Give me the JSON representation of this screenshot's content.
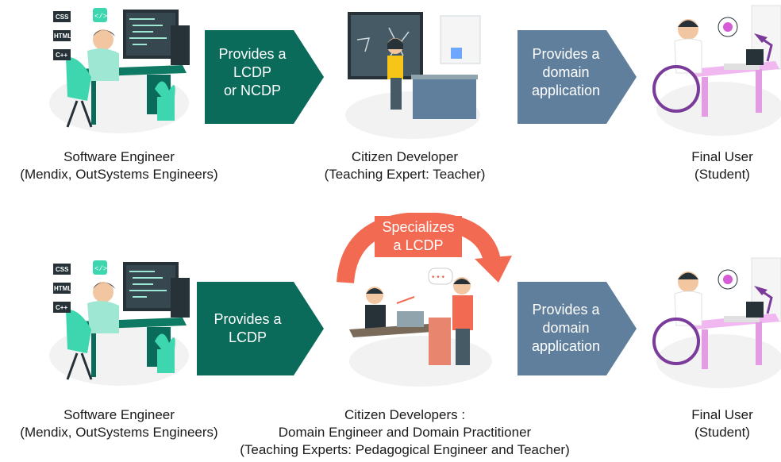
{
  "rows": [
    {
      "left": {
        "icons": [
          "CSS",
          "HTML",
          "C++"
        ],
        "caption": [
          "Software Engineer",
          "(Mendix, OutSystems Engineers)"
        ]
      },
      "arrow1": {
        "lines": [
          "Provides a",
          "LCDP",
          "or NCDP"
        ],
        "color": "#0b6b5b"
      },
      "middle": {
        "caption": [
          "Citizen Developer",
          "(Teaching Expert: Teacher)"
        ]
      },
      "arrow2": {
        "lines": [
          "Provides a",
          "domain",
          "application"
        ],
        "color": "#5f7f9d"
      },
      "right": {
        "caption": [
          "Final User",
          "(Student)"
        ]
      }
    },
    {
      "left": {
        "icons": [
          "CSS",
          "HTML",
          "C++"
        ],
        "caption": [
          "Software Engineer",
          "(Mendix, OutSystems Engineers)"
        ]
      },
      "arrow1": {
        "lines": [
          "Provides a",
          "LCDP"
        ],
        "color": "#0b6b5b"
      },
      "middle": {
        "caption": [
          "Citizen Developers :",
          "Domain Engineer and Domain Practitioner",
          "(Teaching Experts: Pedagogical Engineer and Teacher)"
        ]
      },
      "curve": {
        "lines": [
          "Specializes",
          "a LCDP"
        ],
        "color": "#f26a52"
      },
      "arrow2": {
        "lines": [
          "Provides a",
          "domain",
          "application"
        ],
        "color": "#5f7f9d"
      },
      "right": {
        "caption": [
          "Final User",
          "(Student)"
        ]
      }
    }
  ],
  "colors": {
    "teal": "#0b6b5b",
    "slate": "#5f7f9d",
    "coral": "#f26a52",
    "mint": "#3dd6ae"
  }
}
